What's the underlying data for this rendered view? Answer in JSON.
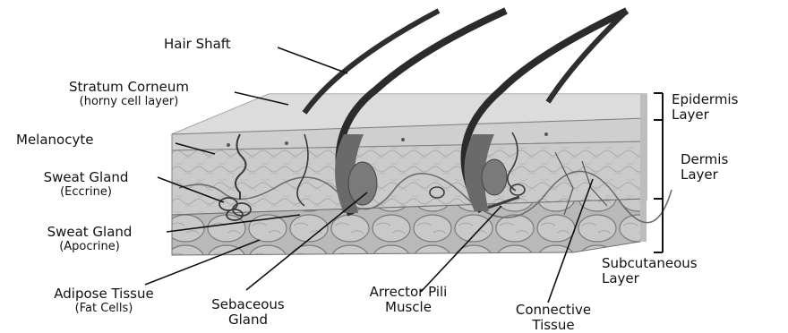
{
  "labels": {
    "hair_shaft": "Hair Shaft",
    "stratum_corneum": "Stratum Corneum",
    "stratum_corneum_sub": "(horny cell layer)",
    "melanocyte": "Melanocyte",
    "sweat_gland_eccrine": "Sweat Gland",
    "sweat_gland_eccrine_sub": "(Eccrine)",
    "sweat_gland_apocrine": "Sweat Gland",
    "sweat_gland_apocrine_sub": "(Apocrine)",
    "adipose_tissue": "Adipose Tissue",
    "adipose_tissue_sub": "(Fat Cells)",
    "sebaceous_gland_line1": "Sebaceous",
    "sebaceous_gland_line2": "Gland",
    "arrector_pili_line1": "Arrector Pili",
    "arrector_pili_line2": "Muscle",
    "connective_tissue_line1": "Connective",
    "connective_tissue_line2": "Tissue",
    "epidermis_line1": "Epidermis",
    "epidermis_line2": "Layer",
    "dermis_line1": "Dermis",
    "dermis_line2": "Layer",
    "subcutaneous_line1": "Subcutaneous",
    "subcutaneous_line2": "Layer"
  },
  "colors": {
    "epidermis": "#d2d2d2",
    "dermis": "#c7c7c7",
    "fat": "#b3b3b3",
    "hair": "#2e2e2e",
    "line": "#111111"
  }
}
